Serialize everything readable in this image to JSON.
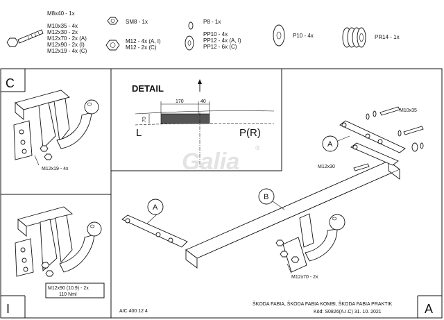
{
  "parts_legend": {
    "bolts": [
      "M8x40 - 1x",
      "M10x35 - 4x",
      "M12x30 - 2x",
      "M12x70 - 2x (A)",
      "M12x90 - 2x (I)",
      "M12x19 - 4x (C)"
    ],
    "nuts": [
      "SM8 - 1x",
      "M12 - 4x (A, I)",
      "M12 - 2x (C)"
    ],
    "washers": [
      "P8 - 1x",
      "PP10 - 4x",
      "PP12 - 4x (A, I)",
      "PP12 - 6x (C)"
    ],
    "flat_washer": "P10 - 4x",
    "spring": "PR14 - 1x"
  },
  "panel_c": {
    "label": "C",
    "bolt_note": "M12x19 - 4x"
  },
  "panel_i": {
    "label": "I",
    "bolt_note_line1": "M12x90 (10.9) - 2x",
    "bolt_note_line2": "110 Nml"
  },
  "detail": {
    "title": "DETAIL",
    "dim_width_1": "170",
    "dim_width_2": "40",
    "dim_height": "70",
    "left_label": "L",
    "right_label": "P(R)"
  },
  "main": {
    "callout_a_top": "A",
    "callout_a_left": "A",
    "callout_b": "B",
    "label_m10x35": "M10x35",
    "label_m12x30": "M12x30",
    "label_m12x70": "M12x70 - 2x"
  },
  "footer": {
    "code_left": "AIC 400 12 4",
    "vehicles": "ŠKODA FABIA, ŠKODA FABIA KOMBI, ŠKODA FABIA PRAKTIK",
    "code_line": "Kód: S0826(A.I.C)  31. 10. 2021",
    "panel_label": "A"
  },
  "watermark": {
    "brand": "Galia",
    "registered": "®"
  }
}
